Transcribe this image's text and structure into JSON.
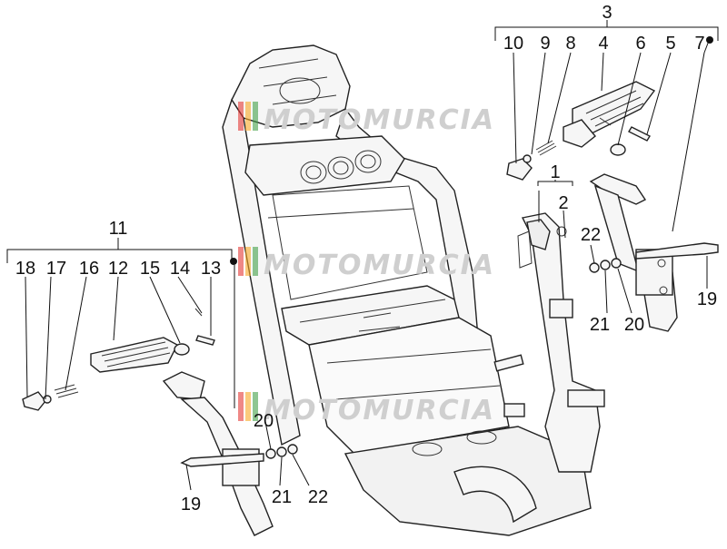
{
  "watermark": {
    "text": "MOTOMURCIA",
    "stripe_colors": [
      "#e53935",
      "#f9a825",
      "#43a047"
    ]
  },
  "group_labels": {
    "g3": "3",
    "g1": "1",
    "g11": "11"
  },
  "right_footrest_labels": [
    "10",
    "9",
    "8",
    "4",
    "6",
    "5",
    "7"
  ],
  "left_footrest_labels": [
    "18",
    "17",
    "16",
    "12",
    "15",
    "14",
    "13"
  ],
  "frame_labels": {
    "l2": "2",
    "l22a": "22",
    "l19a": "19",
    "l21a": "21",
    "l20a": "20",
    "l20b": "20",
    "l19b": "19",
    "l21b": "21",
    "l22b": "22"
  }
}
